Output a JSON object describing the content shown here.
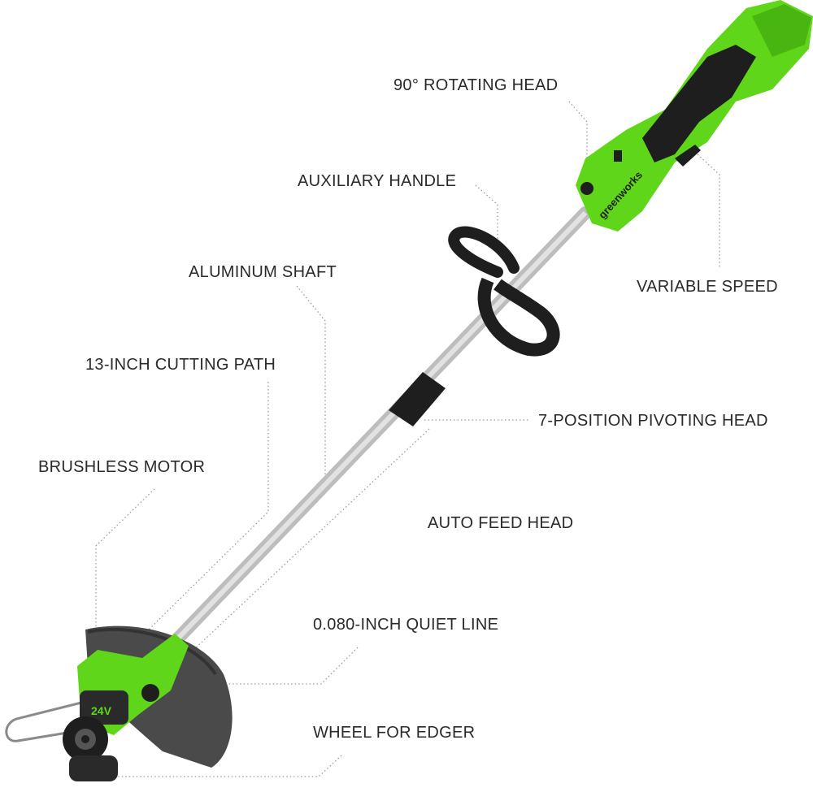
{
  "callouts": {
    "rotating_head": "90° ROTATING HEAD",
    "auxiliary_handle": "AUXILIARY HANDLE",
    "aluminum_shaft": "ALUMINUM SHAFT",
    "variable_speed": "VARIABLE SPEED",
    "cutting_path": "13-INCH CUTTING PATH",
    "pivoting_head": "7-POSITION PIVOTING HEAD",
    "brushless_motor": "BRUSHLESS MOTOR",
    "auto_feed_head": "AUTO FEED HEAD",
    "quiet_line": "0.080-INCH QUIET LINE",
    "wheel_edger": "WHEEL FOR EDGER"
  },
  "product": {
    "brand_logo": "greenworks",
    "motor_badge": "24V"
  },
  "colors": {
    "brand_green": "#5fd619",
    "dark": "#1e1e1e",
    "shaft": "#c8c8c8",
    "guard": "#4a4a4a",
    "text": "#2a2a2a"
  }
}
